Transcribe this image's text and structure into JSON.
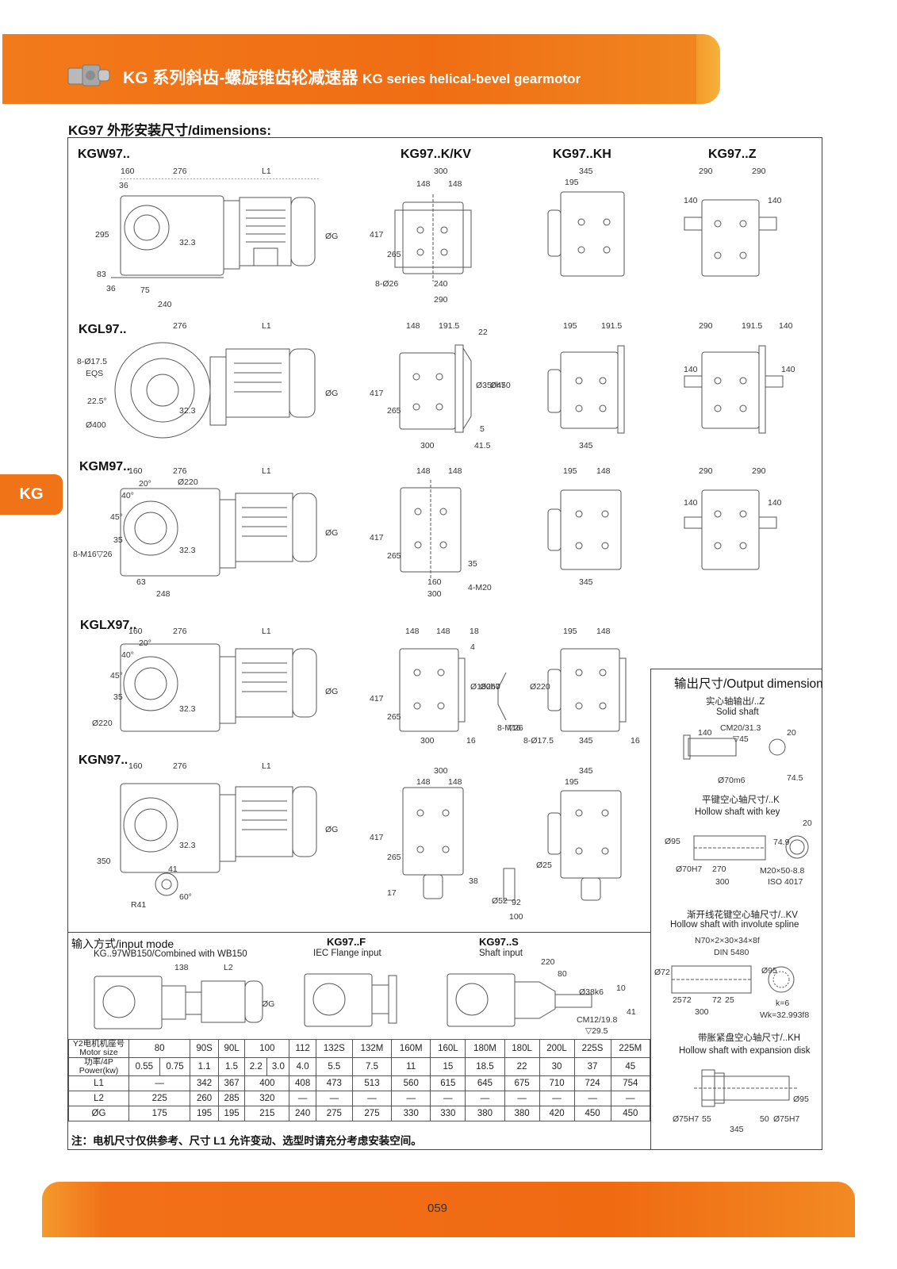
{
  "header": {
    "title_cn": "KG 系列斜齿-螺旋锥齿轮减速器",
    "title_en": "KG series helical-bevel gearmotor"
  },
  "subtitle": "KG97 外形安装尺寸/dimensions:",
  "side_tab": "KG",
  "column_heads": [
    "KG97..K/KV",
    "KG97..KH",
    "KG97..Z"
  ],
  "row_labels": [
    "KGW97..",
    "KGL97..",
    "KGM97..",
    "KGLX97..",
    "KGN97.."
  ],
  "dims": {
    "kgw": [
      "160",
      "276",
      "L1",
      "36",
      "295",
      "32.3",
      "ØG",
      "83",
      "36",
      "75",
      "240"
    ],
    "kgw_k": [
      "300",
      "148",
      "148",
      "417",
      "265",
      "8-Ø26",
      "240",
      "290"
    ],
    "kgw_kh": [
      "345",
      "195"
    ],
    "kgw_z": [
      "290",
      "290",
      "140",
      "140"
    ],
    "kgl": [
      "276",
      "L1",
      "8-Ø17.5",
      "EQS",
      "22.5°",
      "Ø400",
      "32.3",
      "ØG"
    ],
    "kgl_k": [
      "148",
      "191.5",
      "22",
      "417",
      "265",
      "Ø350h7",
      "Ø450",
      "5",
      "300",
      "41.5"
    ],
    "kgl_kh": [
      "195",
      "191.5",
      "345"
    ],
    "kgl_z": [
      "290",
      "191.5",
      "140",
      "140",
      "140"
    ],
    "kgm": [
      "160",
      "276",
      "Ø220",
      "L1",
      "20°",
      "40°",
      "45°",
      "35",
      "8-M16▽26",
      "32.3",
      "ØG",
      "63",
      "248"
    ],
    "kgm_k": [
      "148",
      "148",
      "417",
      "265",
      "35",
      "160",
      "300",
      "4-M20"
    ],
    "kgm_kh": [
      "195",
      "148",
      "345"
    ],
    "kgm_z": [
      "290",
      "290",
      "140",
      "140"
    ],
    "kglx": [
      "160",
      "276",
      "L1",
      "20°",
      "40°",
      "45°",
      "35",
      "Ø220",
      "32.3",
      "ØG"
    ],
    "kglx_k": [
      "148",
      "148",
      "18",
      "4",
      "417",
      "265",
      "Ø180h7",
      "Ø260",
      "300",
      "16",
      "8-M16",
      "▽26",
      "8-Ø17.5",
      "Ø220"
    ],
    "kglx_kh": [
      "195",
      "148",
      "345",
      "16"
    ],
    "kgn": [
      "160",
      "276",
      "L1",
      "350",
      "32.3",
      "ØG",
      "41",
      "R41",
      "60°"
    ],
    "kgn_k": [
      "300",
      "148",
      "148",
      "417",
      "265",
      "17",
      "38",
      "Ø52",
      "Ø25",
      "92",
      "100"
    ],
    "kgn_kh": [
      "345",
      "195"
    ]
  },
  "output": {
    "heading": "输出尺寸/Output dimension",
    "solid_cn": "实心轴输出/..Z",
    "solid_en": "Solid shaft",
    "solid_dims": [
      "140",
      "CM20/31.3",
      "▽45",
      "20",
      "Ø70m6",
      "74.5"
    ],
    "key_cn": "平键空心轴尺寸/..K",
    "key_en": "Hollow shaft with key",
    "key_dims": [
      "Ø95",
      "Ø70H7",
      "270",
      "300",
      "20",
      "74.9",
      "M20×50-8.8",
      "ISO 4017"
    ],
    "spline_cn": "渐开线花键空心轴尺寸/..KV",
    "spline_en": "Hollow shaft with involute spline",
    "spline_spec": "N70×2×30×34×8f",
    "spline_std": "DIN 5480",
    "spline_dims": [
      "Ø72",
      "Ø95",
      "25",
      "72",
      "72",
      "25",
      "300",
      "k=6",
      "Wk=32.993f8"
    ],
    "disk_cn": "带胀紧盘空心轴尺寸/..KH",
    "disk_en": "Hollow shaft with expansion disk",
    "disk_dims": [
      "Ø75H7",
      "55",
      "345",
      "50",
      "Ø75H7",
      "Ø95"
    ]
  },
  "input": {
    "heading": "输入方式/input mode",
    "wb_label": "KG..97WB150/Combined with WB150",
    "wb_dims": [
      "138",
      "L2",
      "ØG"
    ],
    "f_title": "KG97..F",
    "f_sub": "IEC Flange input",
    "s_title": "KG97..S",
    "s_sub": "Shaft input",
    "s_dims": [
      "220",
      "80",
      "Ø38k6",
      "10",
      "41",
      "CM12/19.8",
      "▽29.5"
    ]
  },
  "table": {
    "h_motor_cn": "Y2电机机座号",
    "h_motor_en": "Motor size",
    "h_power_cn": "功率/4P",
    "h_power_en": "Power(kw)",
    "sizes": [
      "80",
      "90S",
      "90L",
      "100",
      "112",
      "132S",
      "132M",
      "160M",
      "160L",
      "180M",
      "180L",
      "200L",
      "225S",
      "225M"
    ],
    "powers": [
      "0.55",
      "0.75",
      "1.1",
      "1.5",
      "2.2",
      "3.0",
      "4.0",
      "5.5",
      "7.5",
      "11",
      "15",
      "18.5",
      "22",
      "30",
      "37",
      "45"
    ],
    "l1_label": "L1",
    "l1": [
      "—",
      "342",
      "367",
      "400",
      "408",
      "473",
      "513",
      "560",
      "615",
      "645",
      "675",
      "710",
      "724",
      "754"
    ],
    "l2_label": "L2",
    "l2": [
      "225",
      "260",
      "285",
      "320",
      "—",
      "—",
      "—",
      "—",
      "—",
      "—",
      "—",
      "—",
      "—",
      "—"
    ],
    "g_label": "ØG",
    "g": [
      "175",
      "195",
      "195",
      "215",
      "240",
      "275",
      "275",
      "330",
      "330",
      "380",
      "380",
      "420",
      "450",
      "450"
    ]
  },
  "footnote": "注：电机尺寸仅供参考、尺寸 L1 允许变动、选型时请充分考虑安装空间。",
  "page_number": "059"
}
